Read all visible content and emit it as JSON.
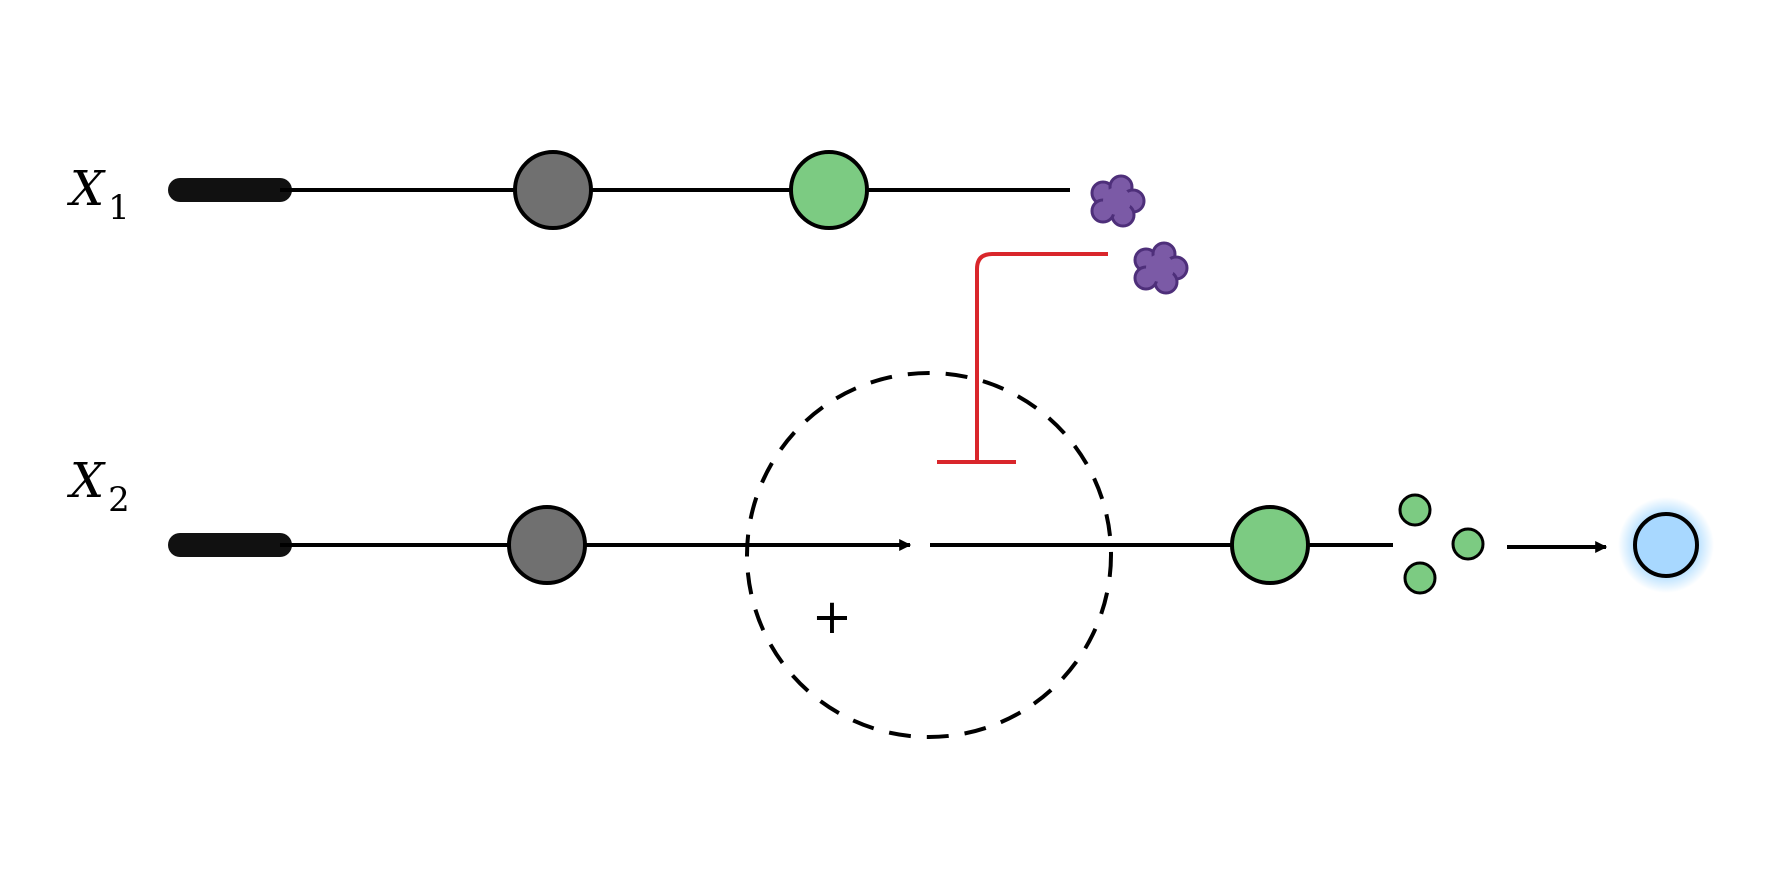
{
  "rows": [
    {
      "label": "X",
      "subscript": "1"
    },
    {
      "label": "X",
      "subscript": "2"
    }
  ],
  "annotations": {
    "plus": "+"
  },
  "colors": {
    "line": "#000000",
    "promoter": "#111111",
    "gray_node": "#707070",
    "green_node": "#7ccb82",
    "purple_protein": "#7b5aa6",
    "purple_protein_stroke": "#4e2f7a",
    "inhibition": "#d9262b",
    "blue_output": "#a8d8ff",
    "blue_glow": "#5ab8ff",
    "background": "#ffffff"
  }
}
